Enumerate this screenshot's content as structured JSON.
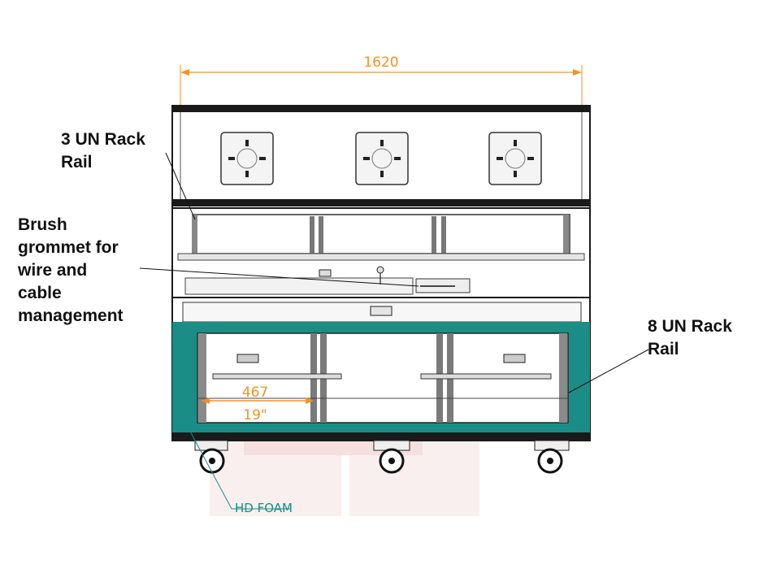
{
  "dimensions": {
    "overall_width": "1620",
    "rail_width_mm": "467",
    "rail_width_in": "19\""
  },
  "labels": {
    "top_rack": [
      "3 UN Rack",
      "Rail"
    ],
    "grommet": [
      "Brush",
      "grommet for",
      "wire and",
      "cable",
      "management"
    ],
    "bottom_rack": [
      "8 UN Rack",
      "Rail"
    ],
    "foam": "HD FOAM"
  },
  "colors": {
    "dimension": "#f39322",
    "foam_frame": "#1a8e86",
    "outline": "#1a1a1a",
    "watermark": "#f2d9d9"
  }
}
